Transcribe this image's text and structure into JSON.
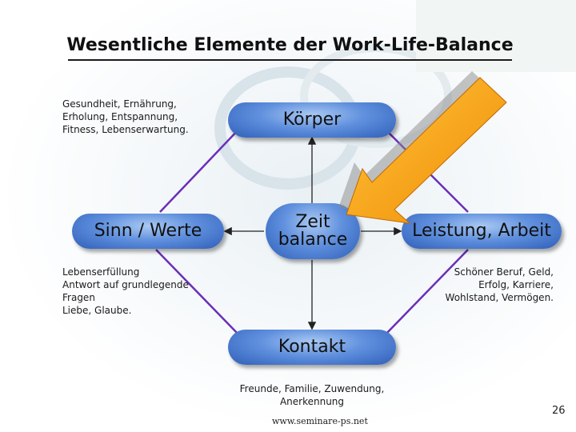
{
  "title": "Wesentliche Elemente der Work-Life-Balance",
  "nodes": {
    "top": "Körper",
    "center": "Zeit\nbalance",
    "left": "Sinn / Werte",
    "right": "Leistung, Arbeit",
    "bottom": "Kontakt"
  },
  "notes": {
    "top_left": "Gesundheit, Ernährung,\nErholung, Entspannung,\nFitness, Lebenserwartung.",
    "left": "Lebenserfüllung\nAntwort auf grundlegende\nFragen\nLiebe, Glaube.",
    "right": "Schöner Beruf, Geld,\nErfolg, Karriere,\nWohlstand, Vermögen.",
    "bottom": "Freunde, Familie, Zuwendung,\nAnerkennung"
  },
  "footer": {
    "website": "www.seminare-ps.net",
    "page_number": "26"
  },
  "colors": {
    "line": "#6a2fb8",
    "pill_light": "#a9c9f3",
    "pill_dark": "#2f5fb9",
    "arrow_orange": "#f5a015"
  }
}
